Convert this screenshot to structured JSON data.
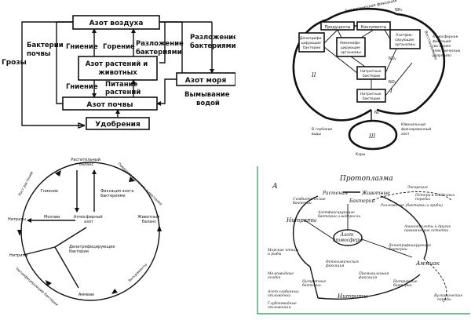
{
  "p1": {
    "box_air": "Азот воздуха",
    "box_plants": "Азот растений и\nживотных",
    "box_soil": "Азот почвы",
    "box_sea": "Азот моря",
    "box_fert": "Удобрения",
    "lbl_storms": "Грозы",
    "lbl_soil_bact": "Бактерии\nпочвы",
    "lbl_rot1": "Гниение",
    "lbl_burn": "Горение",
    "lbl_decomp1": "Разложение\nбактериями",
    "lbl_decomp2": "Разложение\nбактериями",
    "lbl_rot2": "Гниение",
    "lbl_plant_feed": "Питание\nрастений",
    "lbl_washout": "Вымывание\nводой"
  },
  "p2": {
    "producers": "Продуценты",
    "consumers": "Консументы",
    "denitr": "Денитрифи-\nцирующие\nбактерии",
    "ammon": "Аммонифи-\nцирующие\nорганизмы",
    "nfix": "Азотфик-\nсирующие\nорганизмы",
    "nitrate_bact": "Нитратные\nбактерии",
    "nitrite_bact": "Нитритные\nбактерии",
    "atm_fix": "Атмосферная\nфиксация\n(во время\nэлектрических\nразрядов)",
    "top_label": "Биологическая фиксация",
    "right_label": "Восстановление",
    "nh3": "NH₃",
    "no3": "NO₃",
    "no2": "NO₂",
    "n2": "N₂",
    "roman1": "I",
    "roman2": "II",
    "roman3": "III",
    "deep_water": "В глубокие\nводы",
    "rocks": "Коры",
    "volcanic": "Ювенильный\nфиксированный\nазот"
  },
  "p3": {
    "plant_balance": "Растительный\nбаланс",
    "animal_balance": "Животный\nбаланс",
    "atm_nitrogen": "Атмосферный\nазот",
    "nitrates": "Нитраты",
    "nitrites": "Нитриты",
    "ammonia": "Аммиак",
    "rotting": "Гниение",
    "fixation": "Фиксация азота\nбактериями",
    "lightning": "Молнии",
    "denitrification": "Денитрифицирующие\nбактерии",
    "plant_growth": "Рост растений",
    "plant_eating": "Поедание растений\nживотными",
    "excreta": "Экскременты",
    "nitrifying": "Нитрифицирующие\nбактерии"
  },
  "p4": {
    "letter": "А",
    "protoplasm": "Протоплазма",
    "plants": "Растения",
    "animals": "Животные",
    "bacteria": "Бактерии",
    "atm_nitrogen": "Азот\nатмосферы",
    "nitrates": "Нитраты",
    "nitrites": "Нитриты",
    "ammonia": "Аммиак",
    "nitrate_bact": "Нитратные\nбактерии",
    "nitrite_bact": "Нитритные\nбактерии",
    "denitr": "Денитрифицирующие\nбактерии",
    "volcanic": "Вулканические\nпороды",
    "excretion": "Экскреция",
    "decomposition": "Разложение (бактерии и грибы)",
    "aminoacids": "Аминокислоты и другие\nорганические остатки",
    "shallow": "Мелководные\nосадки",
    "deep": "Азот глубинных\nотложений",
    "fixation": "Азотфиксирующие\nбактерии и водоросли",
    "photoch": "Фотохимическая\nфиксация",
    "industry": "Промышленная\nфиксация",
    "seafood": "Морские птицы\nи рыбы",
    "deep_sea": "Глубоководные\nотложения",
    "loss": "Потери в осадочных\nпородах",
    "symbiotic": "Симбиотические\nбактерии"
  }
}
